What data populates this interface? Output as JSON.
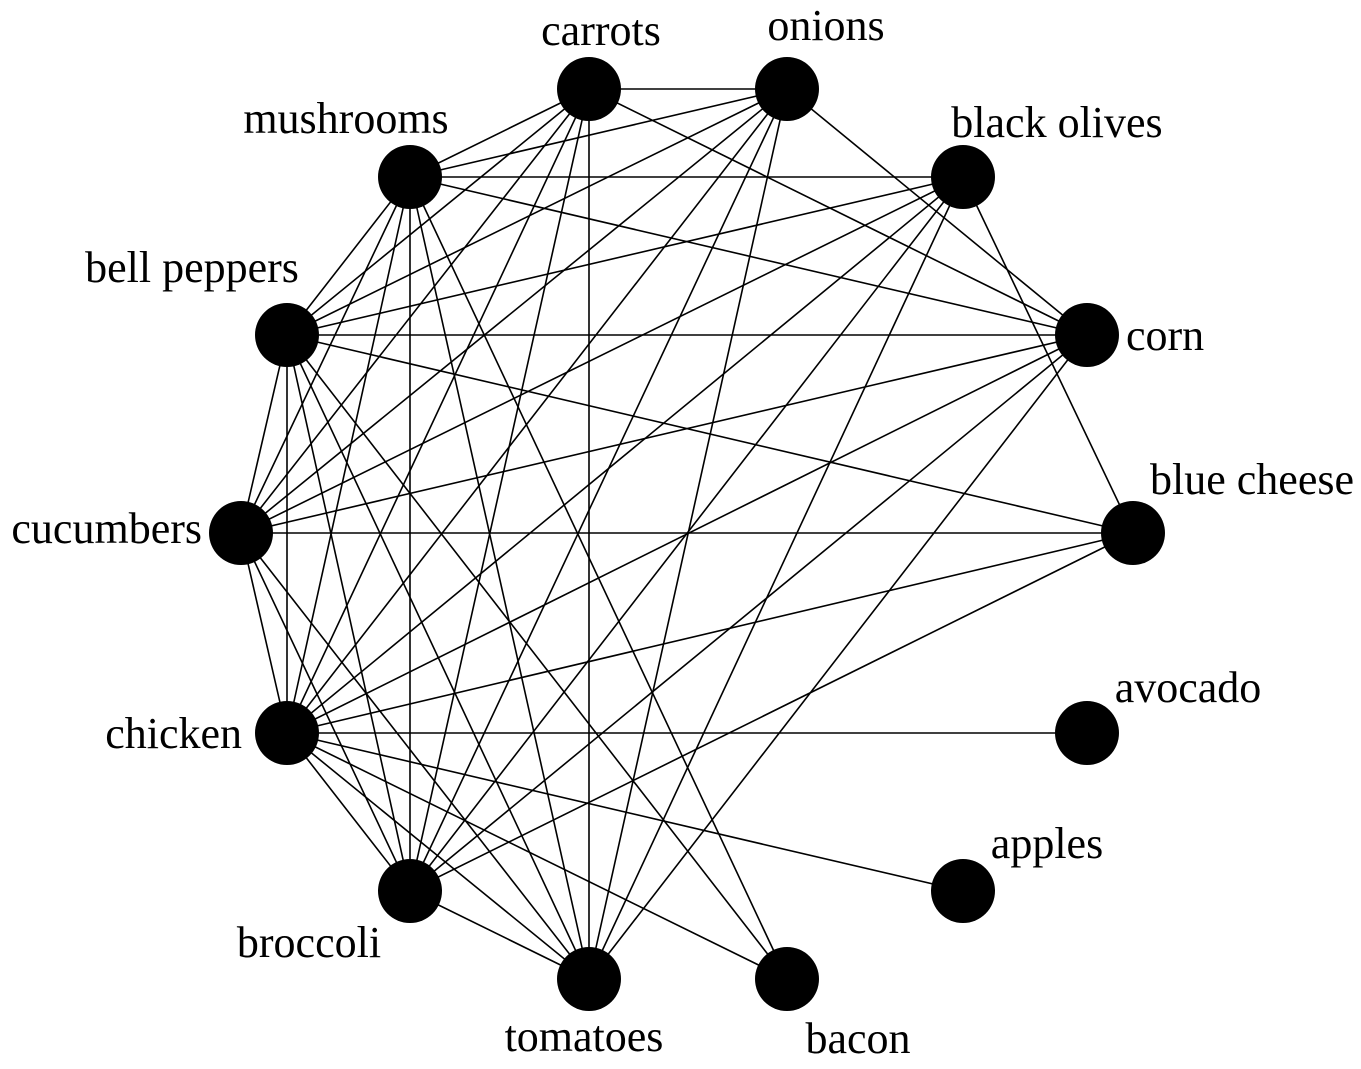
{
  "nodes": [
    {
      "id": "carrots",
      "label": "carrots"
    },
    {
      "id": "onions",
      "label": "onions"
    },
    {
      "id": "black_olives",
      "label": "black olives"
    },
    {
      "id": "corn",
      "label": "corn"
    },
    {
      "id": "blue_cheese",
      "label": "blue cheese"
    },
    {
      "id": "avocado",
      "label": "avocado"
    },
    {
      "id": "apples",
      "label": "apples"
    },
    {
      "id": "bacon",
      "label": "bacon"
    },
    {
      "id": "tomatoes",
      "label": "tomatoes"
    },
    {
      "id": "broccoli",
      "label": "broccoli"
    },
    {
      "id": "chicken",
      "label": "chicken"
    },
    {
      "id": "cucumbers",
      "label": "cucumbers"
    },
    {
      "id": "bell_peppers",
      "label": "bell peppers"
    },
    {
      "id": "mushrooms",
      "label": "mushrooms"
    }
  ],
  "edges": [
    [
      "carrots",
      "onions"
    ],
    [
      "carrots",
      "mushrooms"
    ],
    [
      "carrots",
      "bell_peppers"
    ],
    [
      "carrots",
      "cucumbers"
    ],
    [
      "carrots",
      "chicken"
    ],
    [
      "carrots",
      "broccoli"
    ],
    [
      "carrots",
      "tomatoes"
    ],
    [
      "carrots",
      "corn"
    ],
    [
      "onions",
      "mushrooms"
    ],
    [
      "onions",
      "bell_peppers"
    ],
    [
      "onions",
      "cucumbers"
    ],
    [
      "onions",
      "chicken"
    ],
    [
      "onions",
      "broccoli"
    ],
    [
      "onions",
      "tomatoes"
    ],
    [
      "onions",
      "corn"
    ],
    [
      "black_olives",
      "mushrooms"
    ],
    [
      "black_olives",
      "bell_peppers"
    ],
    [
      "black_olives",
      "cucumbers"
    ],
    [
      "black_olives",
      "chicken"
    ],
    [
      "black_olives",
      "broccoli"
    ],
    [
      "black_olives",
      "tomatoes"
    ],
    [
      "black_olives",
      "blue_cheese"
    ],
    [
      "corn",
      "mushrooms"
    ],
    [
      "corn",
      "bell_peppers"
    ],
    [
      "corn",
      "cucumbers"
    ],
    [
      "corn",
      "chicken"
    ],
    [
      "corn",
      "broccoli"
    ],
    [
      "corn",
      "tomatoes"
    ],
    [
      "blue_cheese",
      "bell_peppers"
    ],
    [
      "blue_cheese",
      "cucumbers"
    ],
    [
      "blue_cheese",
      "chicken"
    ],
    [
      "blue_cheese",
      "broccoli"
    ],
    [
      "avocado",
      "chicken"
    ],
    [
      "apples",
      "chicken"
    ],
    [
      "bacon",
      "mushrooms"
    ],
    [
      "bacon",
      "bell_peppers"
    ],
    [
      "bacon",
      "chicken"
    ],
    [
      "tomatoes",
      "mushrooms"
    ],
    [
      "tomatoes",
      "bell_peppers"
    ],
    [
      "tomatoes",
      "cucumbers"
    ],
    [
      "tomatoes",
      "chicken"
    ],
    [
      "tomatoes",
      "broccoli"
    ],
    [
      "broccoli",
      "mushrooms"
    ],
    [
      "broccoli",
      "bell_peppers"
    ],
    [
      "broccoli",
      "cucumbers"
    ],
    [
      "broccoli",
      "chicken"
    ],
    [
      "chicken",
      "mushrooms"
    ],
    [
      "chicken",
      "bell_peppers"
    ],
    [
      "chicken",
      "cucumbers"
    ],
    [
      "cucumbers",
      "mushrooms"
    ],
    [
      "cucumbers",
      "bell_peppers"
    ],
    [
      "bell_peppers",
      "mushrooms"
    ]
  ],
  "colors": {
    "node": "#000000",
    "edge": "#000000",
    "background": "#ffffff"
  }
}
